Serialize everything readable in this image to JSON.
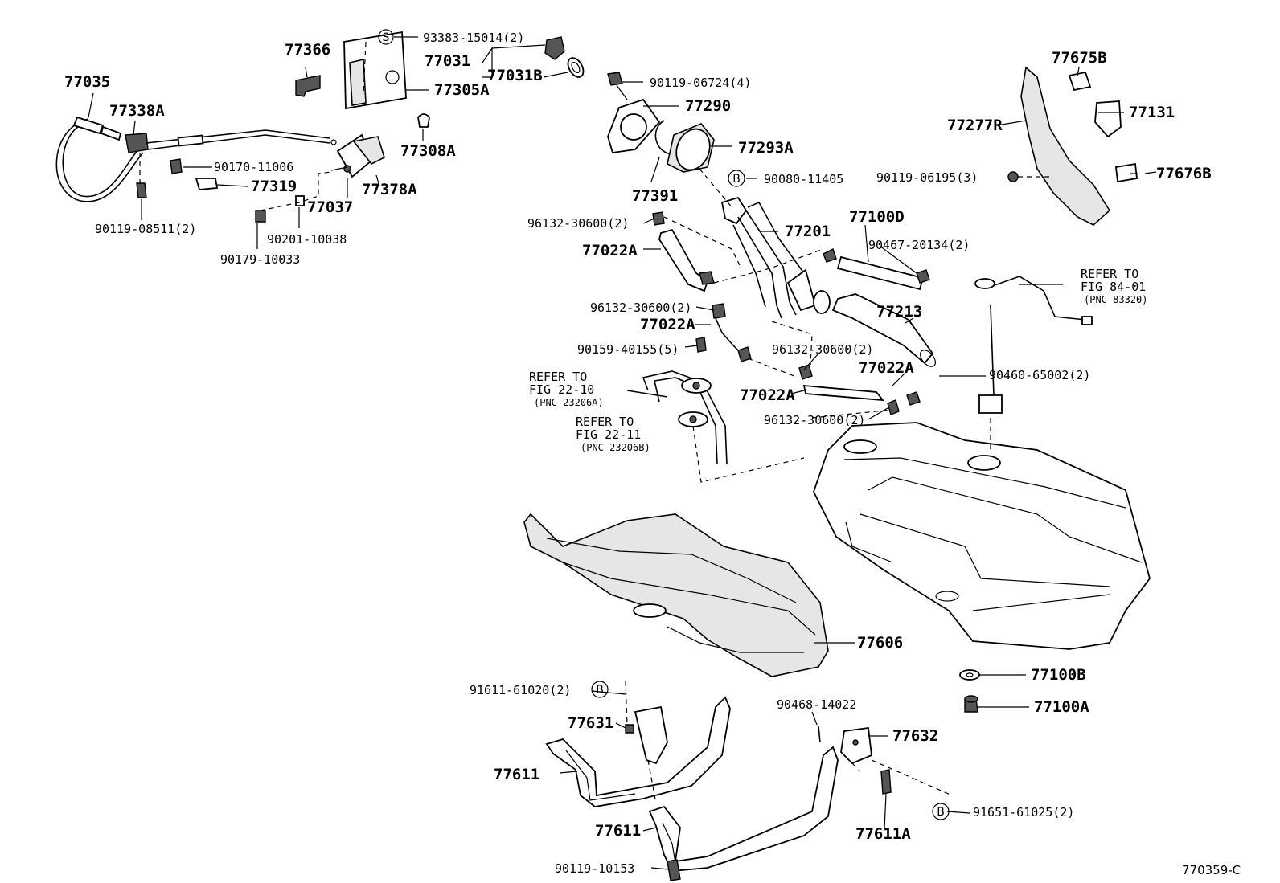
{
  "labels": {
    "p77366": "77366",
    "p93383": "93383-15014(2)",
    "p77031": "77031",
    "p77031b": "77031B",
    "p77305a": "77305A",
    "p77035": "77035",
    "p77338a": "77338A",
    "p90170": "90170-11006",
    "p77319": "77319",
    "p77308a": "77308A",
    "p77378a": "77378A",
    "p77037": "77037",
    "p90119_08511": "90119-08511(2)",
    "p90201": "90201-10038",
    "p90179": "90179-10033",
    "p90119_06724": "90119-06724(4)",
    "p77290": "77290",
    "p77293a": "77293A",
    "p90080": "90080-11405",
    "p77391": "77391",
    "p96132_a": "96132-30600(2)",
    "p77201": "77201",
    "p77100d": "77100D",
    "p77022a_1": "77022A",
    "p90467": "90467-20134(2)",
    "p96132_b": "96132-30600(2)",
    "p77213": "77213",
    "p77022a_2": "77022A",
    "p90159": "90159-40155(5)",
    "p96132_c": "96132-30600(2)",
    "p77022a_3": "77022A",
    "p77022a_4": "77022A",
    "p90460": "90460-65002(2)",
    "p96132_d": "96132-30600(2)",
    "p77675b": "77675B",
    "p77131": "77131",
    "p77277r": "77277R",
    "p90119_06195": "90119-06195(3)",
    "p77676b": "77676B",
    "p77606": "77606",
    "p77100b": "77100B",
    "p77100a": "77100A",
    "p91611": "91611-61020(2)",
    "p77631": "77631",
    "p90468": "90468-14022",
    "p77632": "77632",
    "p77611_1": "77611",
    "p77611_2": "77611",
    "p77611a": "77611A",
    "p91651": "91651-61025(2)",
    "p90119_10153": "90119-10153"
  },
  "refs": {
    "r1": [
      "REFER TO",
      "FIG 22-10",
      "(PNC 23206A)"
    ],
    "r2": [
      "REFER TO",
      "FIG 22-11",
      "(PNC 23206B)"
    ],
    "r3": [
      "REFER TO",
      "FIG 84-01",
      "(PNC 83320)"
    ]
  },
  "markers": {
    "s": "S",
    "b": "B"
  },
  "footer": "770359-C"
}
